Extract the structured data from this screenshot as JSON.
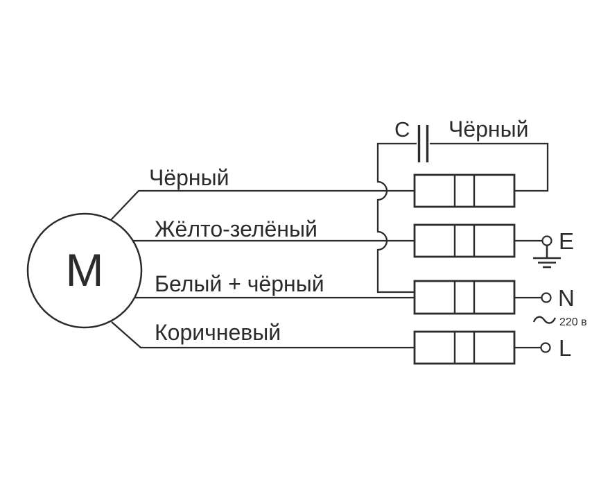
{
  "diagram": {
    "type": "motor-wiring-schematic",
    "colors": {
      "line": "#2b2b2b",
      "background": "#ffffff"
    },
    "motor": {
      "label": "M"
    },
    "capacitor": {
      "label": "C",
      "wire_label": "Чёрный"
    },
    "wires": [
      {
        "label": "Чёрный"
      },
      {
        "label": "Жёлто-зелёный"
      },
      {
        "label": "Белый + чёрный"
      },
      {
        "label": "Коричневый"
      }
    ],
    "terminals": [
      {
        "label": "E"
      },
      {
        "label": "N"
      },
      {
        "label": "L"
      }
    ],
    "power": {
      "voltage_label": "220 в",
      "ac_symbol": "∼"
    }
  }
}
